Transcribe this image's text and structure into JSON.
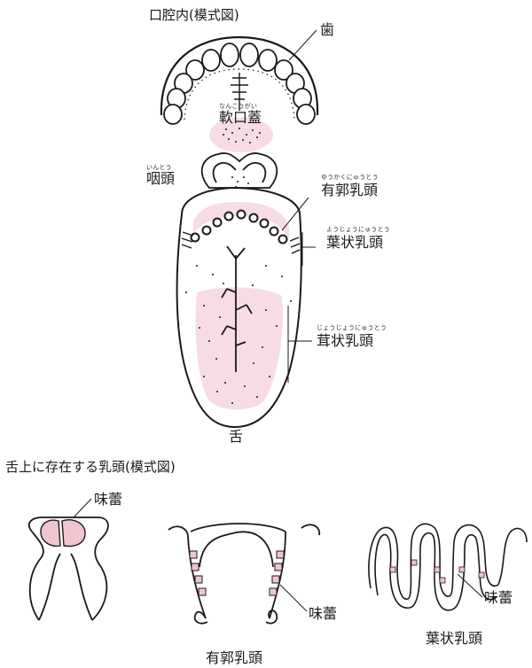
{
  "titles": {
    "top": "口腔内(模式図)",
    "bottom": "舌上に存在する乳頭(模式図)"
  },
  "labels": {
    "teeth": "歯",
    "soft_palate": {
      "text": "軟口蓋",
      "ruby": "なんこうがい"
    },
    "pharynx": {
      "text": "咽頭",
      "ruby": "いんとう"
    },
    "circumvallate": {
      "text": "有郭乳頭",
      "ruby": "ゆうかくにゅうとう"
    },
    "foliate": {
      "text": "葉状乳頭",
      "ruby": "ようじょうにゅうとう"
    },
    "fungiform": {
      "text": "茸状乳頭",
      "ruby": "じょうじょうにゅうとう"
    },
    "tongue": "舌"
  },
  "bottom_labels": {
    "taste_bud_fungiform": "味蕾",
    "taste_bud_circumvallate": "味蕾",
    "taste_bud_foliate": "味蕾",
    "circumvallate_caption": "有郭乳頭",
    "foliate_caption": "葉状乳頭"
  },
  "colors": {
    "highlight_pink": "#f7dde3",
    "taste_bud_pink": "#f2c4d0",
    "line": "#1a1a1a"
  }
}
